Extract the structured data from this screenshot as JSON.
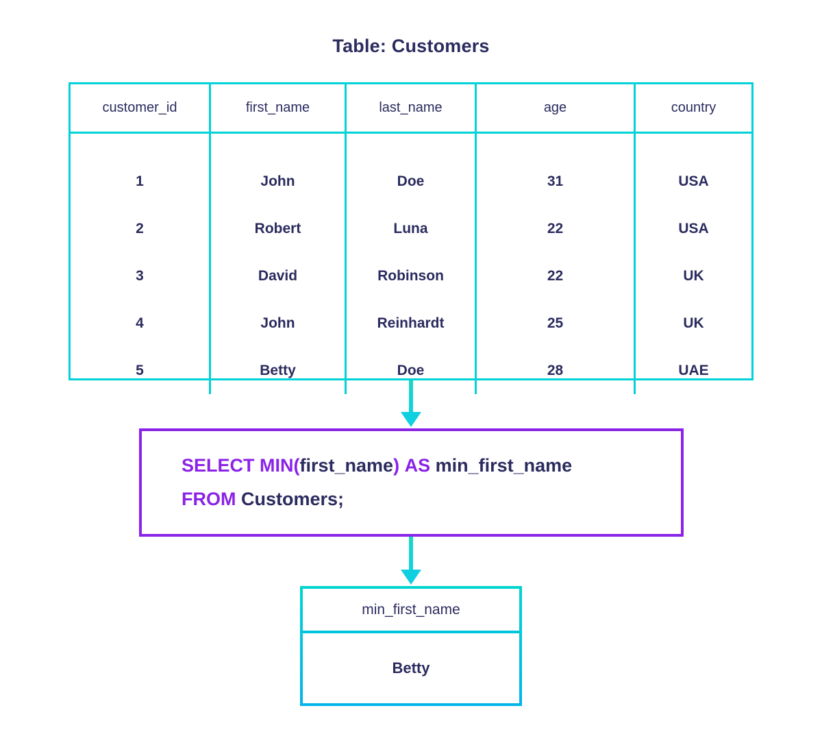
{
  "title": "Table: Customers",
  "table": {
    "name": "Customers",
    "columns": [
      "customer_id",
      "first_name",
      "last_name",
      "age",
      "country"
    ],
    "rows": [
      [
        "1",
        "John",
        "Doe",
        "31",
        "USA"
      ],
      [
        "2",
        "Robert",
        "Luna",
        "22",
        "USA"
      ],
      [
        "3",
        "David",
        "Robinson",
        "22",
        "UK"
      ],
      [
        "4",
        "John",
        "Reinhardt",
        "25",
        "UK"
      ],
      [
        "5",
        "Betty",
        "Doe",
        "28",
        "UAE"
      ]
    ]
  },
  "query": {
    "line1": {
      "kw_select": "SELECT MIN",
      "paren_open": "(",
      "arg": "first_name",
      "paren_close": ")",
      "kw_as": "AS",
      "alias": "min_first_name"
    },
    "line2": {
      "kw_from": "FROM",
      "table": "Customers;"
    },
    "full_text": "SELECT MIN(first_name) AS min_first_name FROM Customers;"
  },
  "result": {
    "column": "min_first_name",
    "value": "Betty"
  },
  "arrows": {
    "table_to_query": "down-arrow",
    "query_to_result": "down-arrow"
  },
  "colors": {
    "table_border": "#00d2d8",
    "result_border_top": "#00d4cf",
    "result_border_bottom": "#00b4ea",
    "query_border": "#8b22e8",
    "keyword": "#8b22e8",
    "text": "#2b2b5f",
    "arrow": "#10cfe0",
    "background": "#ffffff"
  }
}
